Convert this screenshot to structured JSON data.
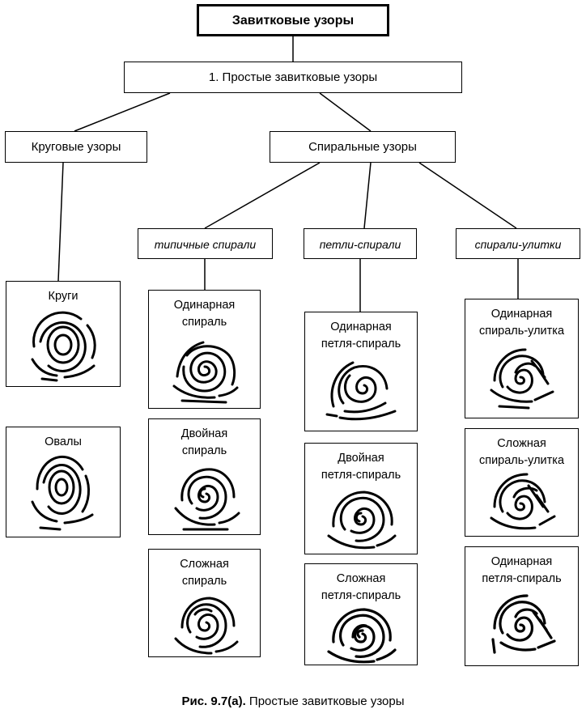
{
  "title": "Завитковые узоры",
  "level1": "1. Простые завитковые узоры",
  "level2": {
    "circular": "Круговые узоры",
    "spiral": "Спиральные узоры"
  },
  "categories": {
    "typical": "типичные спирали",
    "loops": "петли-спирали",
    "snails": "спирали-улитки"
  },
  "cards": {
    "circles": "Круги",
    "ovals": "Овалы",
    "single_spiral": "Одинарная\nспираль",
    "double_spiral": "Двойная\nспираль",
    "complex_spiral": "Сложная\nспираль",
    "single_loop_spiral": "Одинарная\nпетля-спираль",
    "double_loop_spiral": "Двойная\nпетля-спираль",
    "complex_loop_spiral": "Сложная\nпетля-спираль",
    "single_snail": "Одинарная\nспираль-улитка",
    "complex_snail": "Сложная\nспираль-улитка",
    "single_loop_spiral_2": "Одинарная\nпетля-спираль"
  },
  "caption": {
    "ref": "Рис. 9.7(а).",
    "text": "Простые завитковые узоры"
  }
}
